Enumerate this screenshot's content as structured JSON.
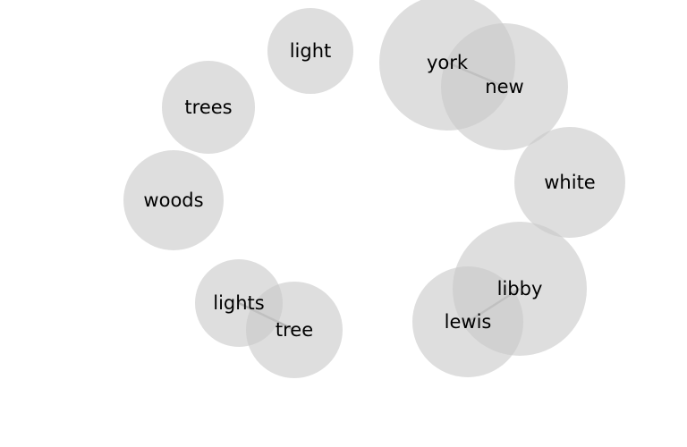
{
  "chart_data": {
    "type": "network",
    "nodes": [
      {
        "label": "light"
      },
      {
        "label": "york"
      },
      {
        "label": "new"
      },
      {
        "label": "trees"
      },
      {
        "label": "woods"
      },
      {
        "label": "white"
      },
      {
        "label": "libby"
      },
      {
        "label": "lights"
      },
      {
        "label": "tree"
      },
      {
        "label": "lewis"
      }
    ],
    "links": [
      {
        "source": "york",
        "target": "new"
      },
      {
        "source": "lights",
        "target": "tree"
      },
      {
        "source": "libby",
        "target": "lewis"
      }
    ],
    "colors": {
      "bubble": "#c8c8c8",
      "link": "#999999",
      "text": "#000000"
    }
  }
}
